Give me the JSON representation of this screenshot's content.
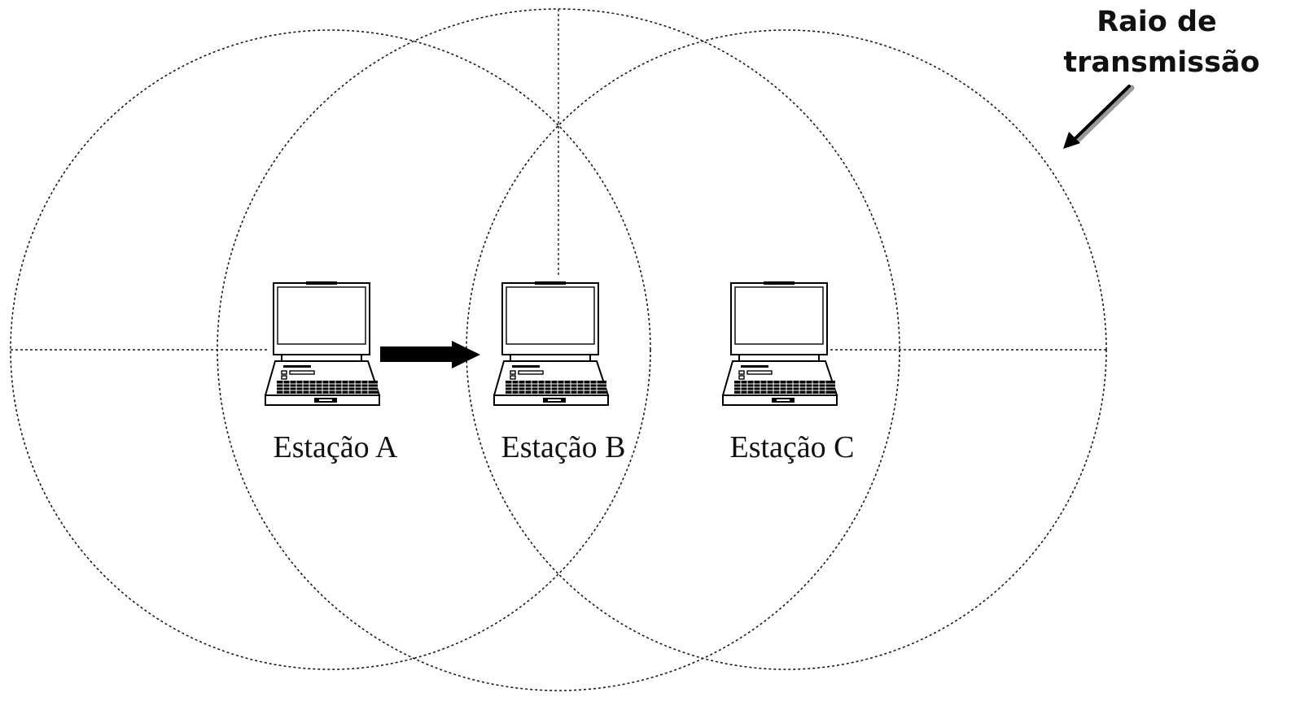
{
  "stations": [
    {
      "label": "Estação A"
    },
    {
      "label": "Estação B"
    },
    {
      "label": "Estação C"
    }
  ],
  "annotation": {
    "line1": "Raio de",
    "line2": "transmissão"
  },
  "colors": {
    "ink": "#000000",
    "pointer": "#000000",
    "pointer_highlight": "#9a9a9a"
  },
  "icons": {
    "station": "laptop-icon",
    "transmission": "arrow-right-icon",
    "pointer": "arrow-down-left-icon"
  }
}
